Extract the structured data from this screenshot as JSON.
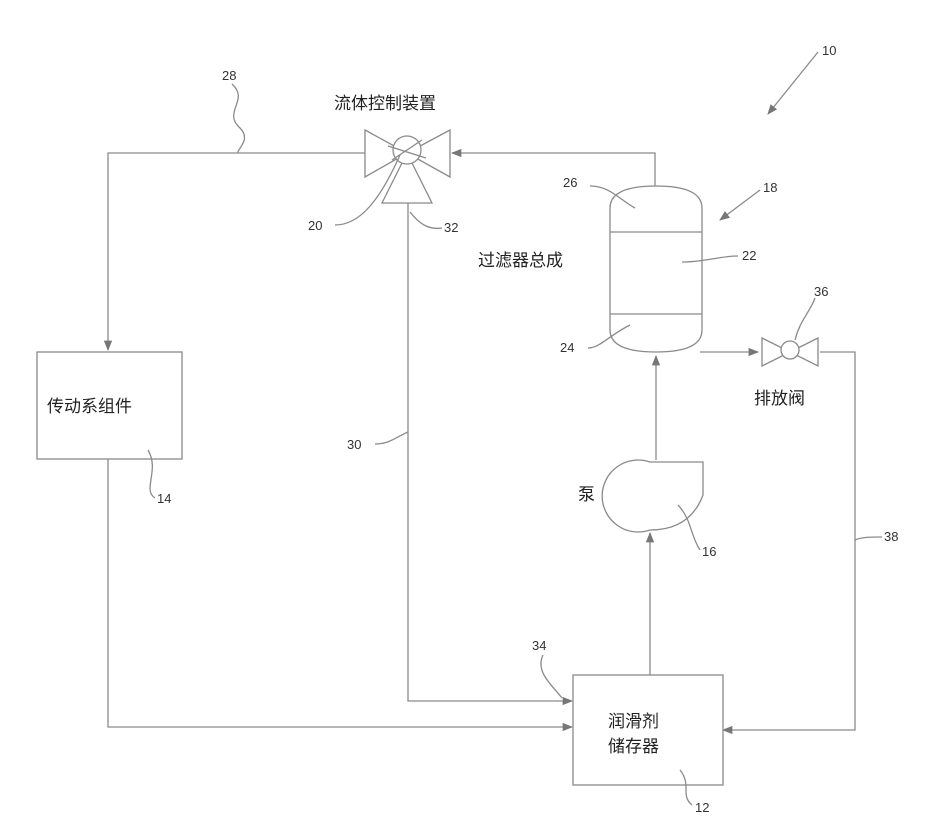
{
  "components": {
    "fluid_control": "流体控制装置",
    "filter_assembly": "过滤器总成",
    "drain_valve": "排放阀",
    "drivetrain": "传动系组件",
    "pump": "泵",
    "reservoir_line1": "润滑剂",
    "reservoir_line2": "储存器"
  },
  "ref_numbers": {
    "n10": "10",
    "n12": "12",
    "n14": "14",
    "n16": "16",
    "n18": "18",
    "n20": "20",
    "n22": "22",
    "n24": "24",
    "n26": "26",
    "n28": "28",
    "n30": "30",
    "n32": "32",
    "n34": "34",
    "n36": "36",
    "n38": "38"
  },
  "colors": {
    "line": "#8a8a8a",
    "text": "#222222"
  }
}
